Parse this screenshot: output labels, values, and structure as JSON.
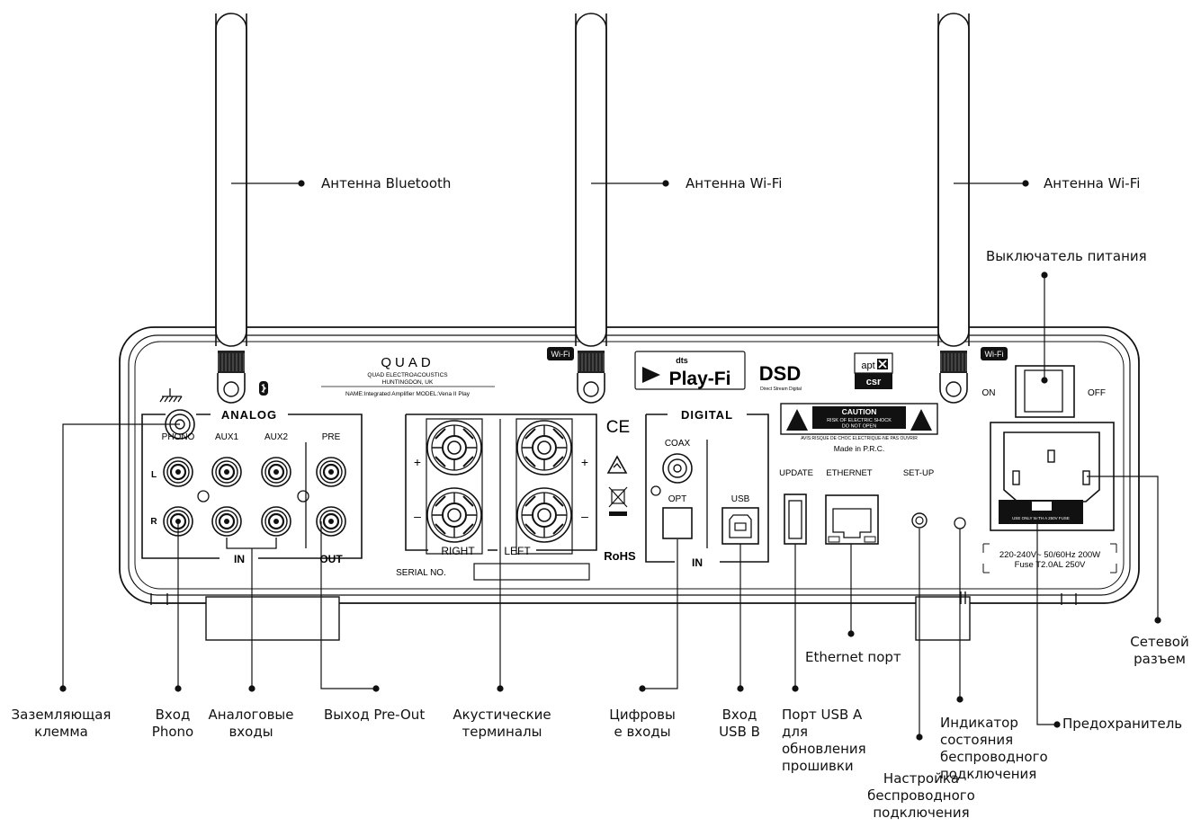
{
  "device": {
    "brand": "QUAD",
    "company_lines": [
      "QUAD ELECTROACOUSTICS",
      "HUNTINGDON, UK"
    ],
    "model_line": "NAME:Integrated Amplifier   MODEL:Vena II Play",
    "analog_title": "ANALOG",
    "jack_labels": [
      "PHONO",
      "AUX1",
      "AUX2",
      "PRE"
    ],
    "row_l": "L",
    "row_r": "R",
    "in_label": "IN",
    "out_label": "OUT",
    "speaker_right": "RIGHT",
    "speaker_left": "LEFT",
    "plus": "+",
    "minus": "–",
    "serial_label": "SERIAL NO.",
    "ce_mark": "CE",
    "rohs": "RoHS",
    "digital_title": "DIGITAL",
    "coax": "COAX",
    "opt": "OPT",
    "usb": "USB",
    "digital_in": "IN",
    "update": "UPDATE",
    "ethernet": "ETHERNET",
    "setup": "SET-UP",
    "wifi_badge": "Wi-Fi",
    "playfi_small": "dts",
    "playfi": "Play-Fi",
    "dsd": "DSD",
    "dsd_sub": "Direct Stream Digital",
    "aptx": "apt",
    "csr": "csr",
    "caution_title": "CAUTION",
    "caution_line1": "RISK OF ELECTRIC SHOCK",
    "caution_line2": "DO NOT OPEN",
    "caution_avis": "AVIS:RISQUE DE CHOC ELECTRIQUE-NE PAS OUVRIR",
    "made_in": "Made in P.R.C.",
    "on": "ON",
    "off": "OFF",
    "fuse_text": "USE ONLY WITH A 250V FUSE",
    "power_line1": "220-240V~ 50/60Hz 200W",
    "power_line2": "Fuse T2.0AL 250V"
  },
  "callouts": {
    "bt_antenna": "Антенна Bluetooth",
    "wifi_antenna_1": "Антенна Wi-Fi",
    "wifi_antenna_2": "Антенна Wi-Fi",
    "power_switch": "Выключатель питания",
    "ground": [
      "Заземляющая",
      "клемма"
    ],
    "phono_in": [
      "Вход",
      "Phono"
    ],
    "analog_in": [
      "Аналоговые",
      "входы"
    ],
    "pre_out": "Выход Pre-Out",
    "speaker_terminals": [
      "Акустические",
      "терминалы"
    ],
    "digital_in": [
      "Цифровы",
      "е входы"
    ],
    "usb_b": [
      "Вход",
      "USB B"
    ],
    "usb_a": [
      "Порт USB A",
      "для",
      "обновления",
      "прошивки"
    ],
    "ethernet_port": "Ethernet порт",
    "wireless_setup": [
      "Настройка",
      "беспроводного",
      "подключения"
    ],
    "wireless_indicator": [
      "Индикатор",
      "состояния",
      "беспроводного",
      "подключения"
    ],
    "fuse": "Предохранитель",
    "mains": [
      "Сетевой",
      "разъем"
    ]
  }
}
